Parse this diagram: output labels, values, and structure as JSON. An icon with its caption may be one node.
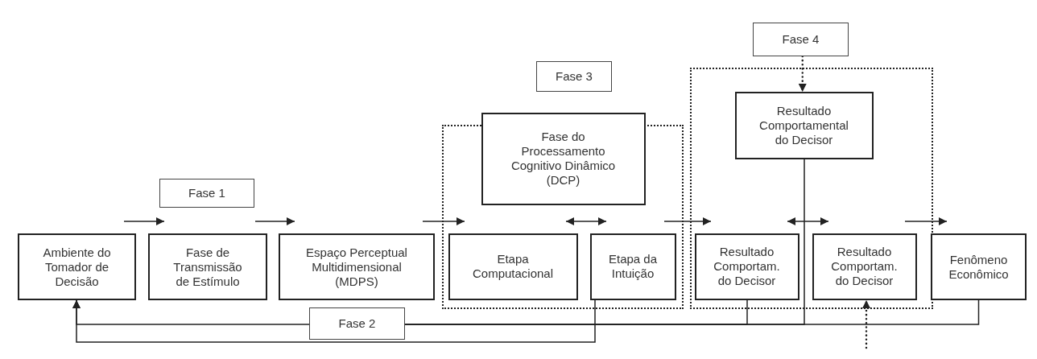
{
  "diagram": {
    "nodes": [
      {
        "text": [
          "Fase 4"
        ]
      },
      {
        "text": [
          "Fase 3"
        ]
      },
      {
        "text": [],
        "shape": "box"
      },
      {
        "text": [
          "Fase do Processamento Cognitivo Dinâmico (DCP)"
        ],
        "in": 2
      },
      {
        "text": [],
        "shape": "box"
      },
      {
        "text": [
          "Resultado Comportamental do Decisor"
        ],
        "in": 4
      },
      {
        "text": [
          "Fase 1"
        ]
      },
      {
        "text": [
          "Ambiente do Tomador de Decisão"
        ]
      },
      {
        "text": [
          "Fase de Transmissão de Estímulo"
        ]
      },
      {
        "text": [
          "Espaço Perceptual Multidimensional (MDPS)"
        ]
      },
      {
        "text": [
          "Etapa Computacional"
        ],
        "in": 2
      },
      {
        "text": [
          "Etapa da Intuição"
        ],
        "in": 2
      },
      {
        "text": [
          "Resultado Comportam. do Decisor"
        ],
        "in": 4
      },
      {
        "text": [
          "Resultado Comportam. do Decisor"
        ],
        "in": 4
      },
      {
        "text": [
          "Fenômeno Econômico"
        ]
      },
      {
        "text": [
          "Fase 2"
        ]
      }
    ],
    "edges": [
      {
        "from": 7,
        "to": 8,
        "arrow": "to"
      },
      {
        "from": 8,
        "to": 9,
        "arrow": "to"
      },
      {
        "from": 9,
        "to": 10,
        "arrow": "to"
      },
      {
        "from": 10,
        "to": 11,
        "arrow": "both"
      },
      {
        "from": 11,
        "to": 12,
        "arrow": "to"
      },
      {
        "from": 12,
        "to": 13,
        "arrow": "both"
      },
      {
        "from": 13,
        "to": 14,
        "arrow": "to"
      },
      {
        "from": 0,
        "to": 5,
        "arrow": "to",
        "style": "dashed"
      },
      {
        "from": null,
        "to": 13,
        "arrow": "to",
        "style": "dashed"
      },
      {
        "from": 12,
        "to": 15,
        "arrow": "none"
      },
      {
        "from": 5,
        "to": 15,
        "arrow": "none"
      },
      {
        "from": 14,
        "to": 15,
        "arrow": "none"
      },
      {
        "from": 11,
        "to": 7,
        "arrow": "to"
      },
      {
        "from": 15,
        "to": 7,
        "arrow": "to"
      }
    ]
  }
}
